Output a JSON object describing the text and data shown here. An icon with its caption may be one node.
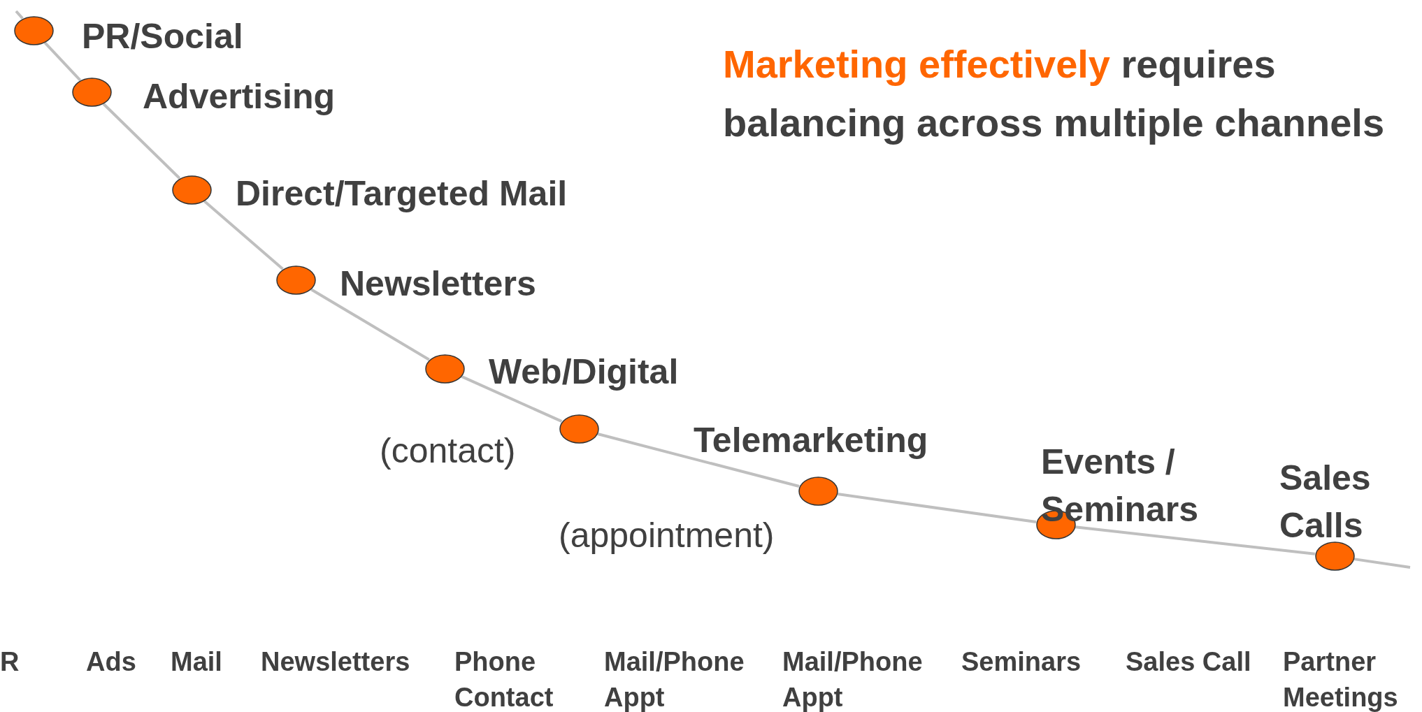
{
  "diagram": {
    "title": "**Marketing effectively** requires balancing across multiple channels",
    "nodes": [
      {
        "text": [],
        "shape": "circle",
        "beside": [
          "PR/Social"
        ]
      },
      {
        "text": [],
        "shape": "circle",
        "beside": [
          "Advertising"
        ]
      },
      {
        "text": [],
        "shape": "circle",
        "beside": [
          "Direct/Targeted Mail"
        ]
      },
      {
        "text": [],
        "shape": "circle",
        "beside": [
          "Newsletters"
        ]
      },
      {
        "text": [],
        "shape": "circle",
        "beside": [
          "Web/Digital"
        ]
      },
      {
        "text": [],
        "shape": "circle",
        "beside": [
          "(contact)"
        ]
      },
      {
        "text": [],
        "shape": "circle",
        "beside": [
          "Telemarketing",
          "(appointment)"
        ]
      },
      {
        "text": [],
        "shape": "circle",
        "beside": [
          "Events / Seminars"
        ]
      },
      {
        "text": [],
        "shape": "circle",
        "beside": [
          "Sales Calls"
        ]
      }
    ],
    "edges": [
      {
        "from": null,
        "to": 0,
        "arrow": "none"
      },
      {
        "from": 0,
        "to": 1,
        "arrow": "none"
      },
      {
        "from": 1,
        "to": 2,
        "arrow": "none"
      },
      {
        "from": 2,
        "to": 3,
        "arrow": "none"
      },
      {
        "from": 3,
        "to": 4,
        "arrow": "none"
      },
      {
        "from": 4,
        "to": 5,
        "arrow": "none"
      },
      {
        "from": 5,
        "to": 6,
        "arrow": "none"
      },
      {
        "from": 6,
        "to": 7,
        "arrow": "none"
      },
      {
        "from": 7,
        "to": 8,
        "arrow": "none"
      },
      {
        "from": 8,
        "to": null,
        "arrow": "none"
      }
    ],
    "labels": [
      "R",
      "Ads",
      "Mail",
      "Newsletters",
      "Phone Contact",
      "Mail/Phone Appt",
      "Mail/Phone Appt",
      "Seminars",
      "Sales Call",
      "Partner Meetings"
    ]
  }
}
